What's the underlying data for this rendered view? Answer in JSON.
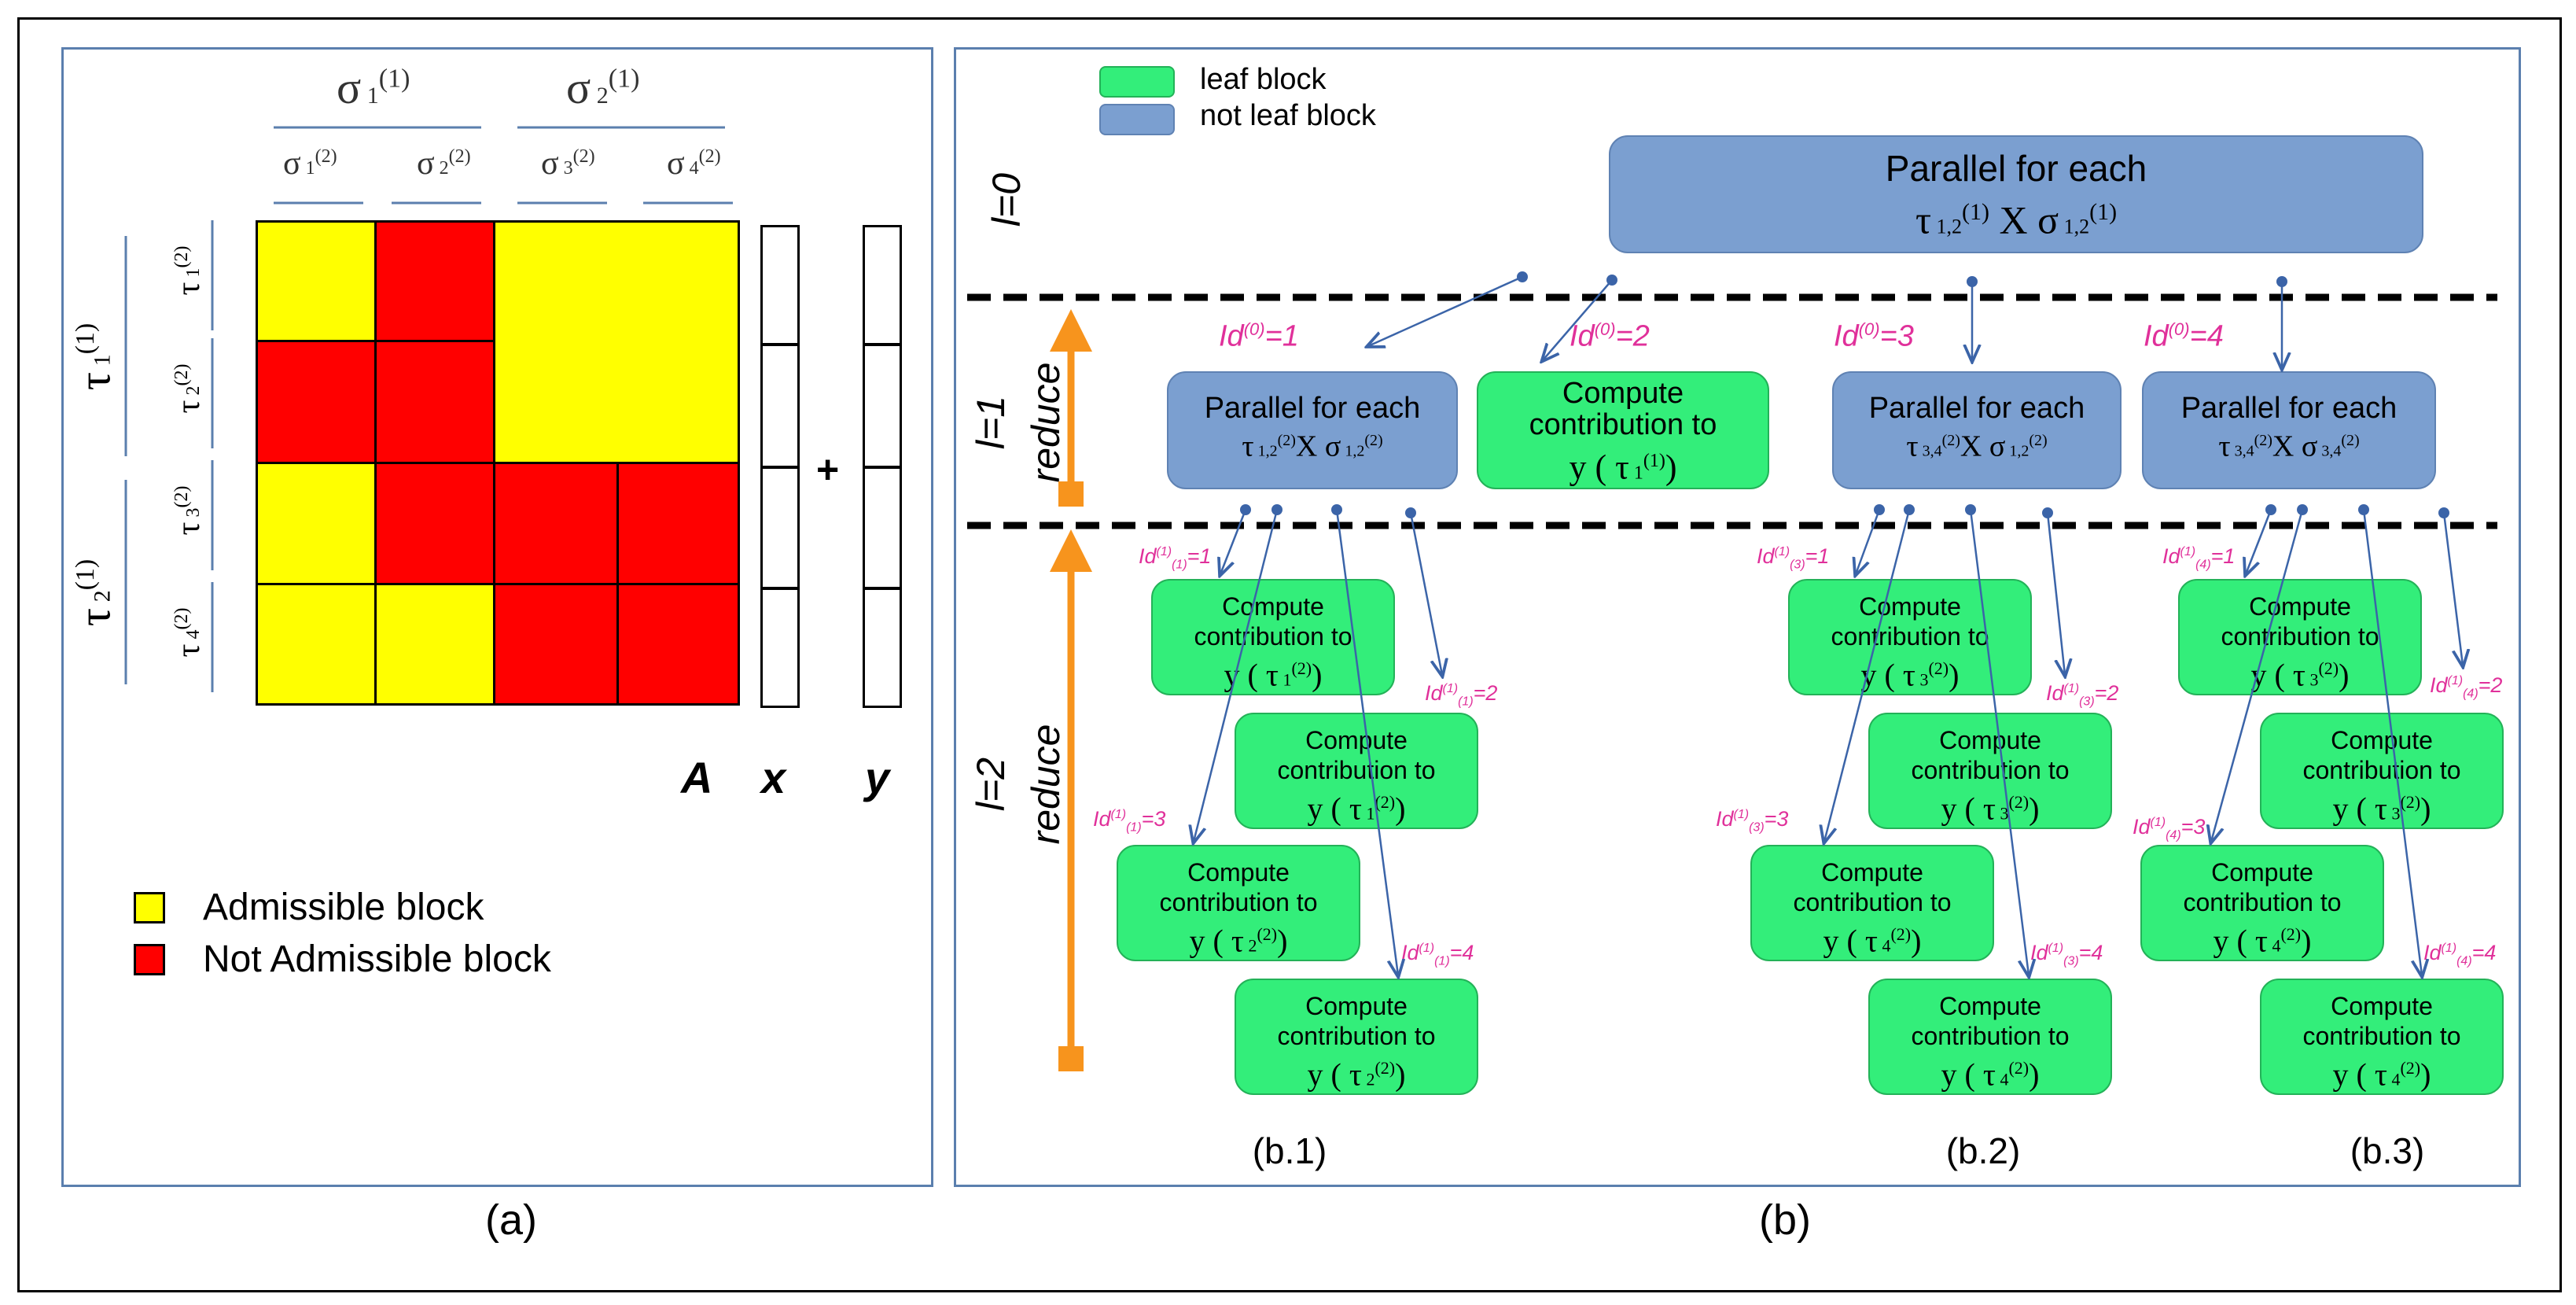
{
  "panel_a": {
    "caption": "(a)",
    "col_groups": [
      "σ 1 (1)",
      "σ 2 (1)"
    ],
    "cols": [
      "σ 1 (2)",
      "σ 2 (2)",
      "σ 3 (2)",
      "σ 4 (2)"
    ],
    "row_groups": [
      "τ 1 (1)",
      "τ 2 (1)"
    ],
    "rows": [
      "τ 1 (2)",
      "τ 2 (2)",
      "τ 3 (2)",
      "τ 4 (2)"
    ],
    "matrix_label": "A",
    "x_label": "x",
    "y_label": "y",
    "plus": "+",
    "legend": [
      {
        "label": "Admissible block",
        "color": "#ffff00"
      },
      {
        "label": "Not Admissible block",
        "color": "#ff0000"
      }
    ],
    "cells": [
      [
        "admissible",
        "not-admissible",
        "admissible",
        "admissible"
      ],
      [
        "not-admissible",
        "not-admissible",
        "admissible",
        "admissible"
      ],
      [
        "admissible",
        "not-admissible",
        "not-admissible",
        "not-admissible"
      ],
      [
        "admissible",
        "admissible",
        "not-admissible",
        "not-admissible"
      ]
    ]
  },
  "panel_b": {
    "caption": "(b)",
    "legend": [
      {
        "label": "leaf block",
        "color": "#33ee7a"
      },
      {
        "label": "not leaf block",
        "color": "#7b9fd0"
      }
    ],
    "levels": {
      "l0": "l=0",
      "l1": "l=1",
      "l1_sub": "reduce",
      "l2": "l=2",
      "l2_sub": "reduce"
    },
    "top_block": {
      "line1": "Parallel for each",
      "line2": "τ 1,2 (1) X σ 1,2 (1)"
    },
    "level1_ids": [
      "Id(0)=1",
      "Id(0)=2",
      "Id(0)=3",
      "Id(0)=4"
    ],
    "level1_blocks": [
      {
        "line1": "Parallel for each",
        "line2": "τ 1,2 (2) X σ 1,2 (2)"
      },
      {
        "line1": "Compute",
        "line1b": "contribution to",
        "line2": "y ( τ 1 (1) )"
      },
      {
        "line1": "Parallel for each",
        "line2": "τ 3,4 (2) X σ 1,2 (2)"
      },
      {
        "line1": "Parallel for each",
        "line2": "τ 3,4 (2) X σ 3,4 (2)"
      }
    ],
    "compute_l1": "Compute",
    "compute_l2": "contribution to",
    "group1": {
      "ids": [
        "Id(1)(1)=1",
        "Id(1)(1)=2",
        "Id(1)(1)=3",
        "Id(1)(1)=4"
      ],
      "targets": [
        "y ( τ 1 (2) )",
        "y ( τ 1 (2) )",
        "y ( τ 2 (2) )",
        "y ( τ 2 (2) )"
      ],
      "caption": "(b.1)"
    },
    "group2": {
      "ids": [
        "Id(1)(3)=1",
        "Id(1)(3)=2",
        "Id(1)(3)=3",
        "Id(1)(3)=4"
      ],
      "targets": [
        "y ( τ 3 (2) )",
        "y ( τ 3 (2) )",
        "y ( τ 4 (2) )",
        "y ( τ 4 (2) )"
      ],
      "caption": "(b.2)"
    },
    "group3": {
      "ids": [
        "Id(1)(4)=1",
        "Id(1)(4)=2",
        "Id(1)(4)=3",
        "Id(1)(4)=4"
      ],
      "targets": [
        "y ( τ 3 (2) )",
        "y ( τ 3 (2) )",
        "y ( τ 4 (2) )",
        "y ( τ 4 (2) )"
      ],
      "caption": "(b.3)"
    },
    "colors": {
      "leaf": "#33ee7a",
      "not_leaf": "#7b9fd0",
      "arrow": "#3b64a8",
      "reduce": "#f7941d",
      "id": "#e0309a"
    }
  }
}
